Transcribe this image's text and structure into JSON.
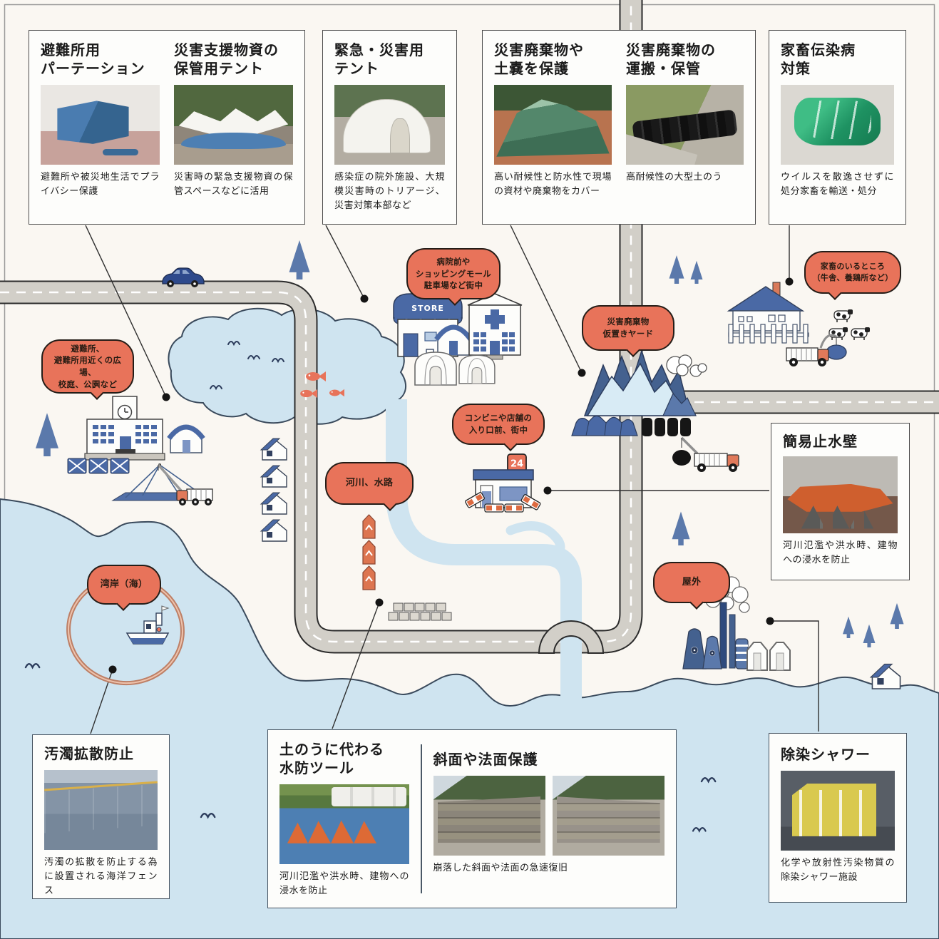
{
  "canvas": {
    "bg": "#faf7f2",
    "accent_orange": "#e8735a",
    "map_blue": "#4a69a5",
    "water_blue": "#cfe4f0",
    "road_gray": "#d2cfc8"
  },
  "top_boxes": [
    {
      "title": "避難所用\nパーテーション",
      "caption": "避難所や被災地生活でプライバシー保護"
    },
    {
      "title": "災害支援物資の\n保管用テント",
      "caption": "災害時の緊急支援物資の保管スペースなどに活用"
    },
    {
      "title": "緊急・災害用\nテント",
      "caption": "感染症の院外施設、大規模災害時のトリアージ、災害対策本部など"
    },
    {
      "title": "災害廃棄物や\n土嚢を保護",
      "caption": "高い耐候性と防水性で現場の資材や廃棄物をカバー"
    },
    {
      "title": "災害廃棄物の\n運搬・保管",
      "caption": "高耐候性の大型土のう"
    },
    {
      "title": "家畜伝染病\n対策",
      "caption": "ウイルスを散逸させずに処分家畜を輸送・処分"
    }
  ],
  "side_box": {
    "title": "簡易止水壁",
    "caption": "河川氾濫や洪水時、建物への浸水を防止"
  },
  "bottom_boxes": [
    {
      "title": "汚濁拡散防止",
      "caption": "汚濁の拡散を防止する為に設置される海洋フェンス"
    },
    {
      "title": "土のうに代わる\n水防ツール",
      "caption": "河川氾濫や洪水時、建物への浸水を防止"
    },
    {
      "title": "斜面や法面保護",
      "caption": "崩落した斜面や法面の急速復旧"
    },
    {
      "title": "除染シャワー",
      "caption": "化学や放射性汚染物質の除染シャワー施設"
    }
  ],
  "bubbles": {
    "shelter": "避難所、\n避難所用近くの広場、\n校庭、公園など",
    "hospital": "病院前や\nショッピングモール\n駐車場など街中",
    "yard": "災害廃棄物\n仮置きヤード",
    "livestock": "家畜のいるところ\n（牛舎、養鶏所など）",
    "conbini": "コンビニや店舗の\n入り口前、街中",
    "river": "河川、水路",
    "coast": "湾岸（海）",
    "outdoor": "屋外"
  },
  "map_labels": {
    "store_sign": "STORE",
    "conbini_sign": "24"
  },
  "illustrations": [
    "school",
    "evacuation-dome",
    "partitions",
    "tent-setup-crane",
    "car",
    "store",
    "hospital",
    "greenhouse-tents",
    "dome-tent",
    "convenience-store-24",
    "houses",
    "farm-house",
    "cows",
    "livestock-truck",
    "waste-mountain",
    "waste-bags",
    "crane-truck",
    "factory",
    "shower-tents",
    "boat",
    "containment-boom",
    "fish",
    "concrete-blocks",
    "tube-barriers",
    "trees",
    "clouds",
    "waves",
    "pond",
    "river",
    "sea",
    "roads",
    "tunnel-arch"
  ]
}
